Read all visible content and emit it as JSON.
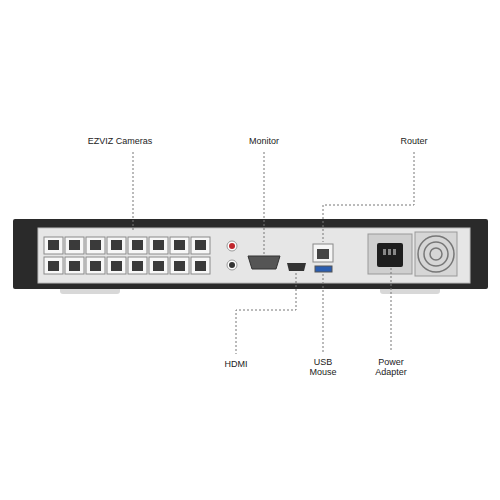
{
  "diagram": {
    "labels": [
      "EZVIZ Cameras",
      "Monitor",
      "Router",
      "HDMI",
      "USB Mouse",
      "Power Adapter"
    ]
  }
}
